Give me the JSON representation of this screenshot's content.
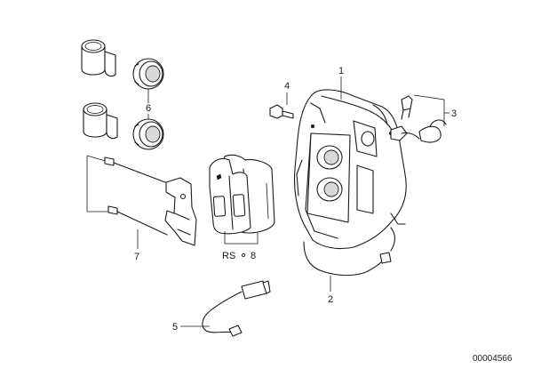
{
  "labels": {
    "p1": "1",
    "p2": "2",
    "p3": "3",
    "p4": "4",
    "p5": "5",
    "p6": "6",
    "p7": "7",
    "p8": "8",
    "rs": "RS"
  },
  "diagram_number": "00004566"
}
